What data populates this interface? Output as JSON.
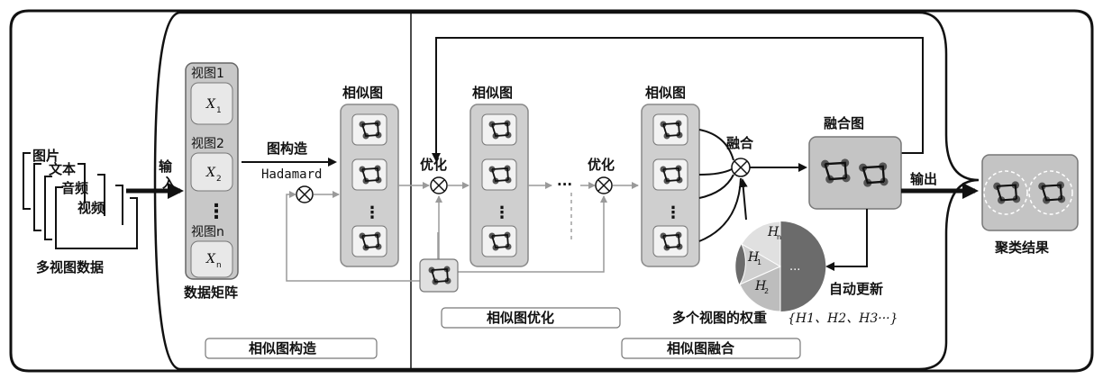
{
  "inputs": {
    "items": [
      "图片",
      "文本",
      "音频",
      "视频"
    ],
    "caption": "多视图数据",
    "input_label_1": "输",
    "input_label_2": "入"
  },
  "matrix": {
    "view1": "视图1",
    "view2": "视图2",
    "viewn": "视图n",
    "x1": "X",
    "x1_sub": "1",
    "x2": "X",
    "x2_sub": "2",
    "xn": "X",
    "xn_sub": "n",
    "dots": "⋮",
    "caption": "数据矩阵"
  },
  "construct": {
    "label": "图构造",
    "hadamard": "Hadamard",
    "sim_label": "相似图",
    "section_label": "相似图构造"
  },
  "optimize": {
    "label1": "优化",
    "label2": "优化",
    "sim_label": "相似图",
    "dots_h": "···",
    "section_label": "相似图优化"
  },
  "fusion": {
    "sim_label": "相似图",
    "fuse_label": "融合",
    "graph_label": "融合图",
    "output_label": "输出",
    "update_label": "自动更新",
    "weights_label": "多个视图的权重",
    "weights_set": "{H1、H2、H3···}",
    "pie_h1": "H",
    "pie_h1_sub": "1",
    "pie_h2": "H",
    "pie_h2_sub": "2",
    "pie_hn": "H",
    "pie_hn_sub": "n",
    "pie_dots": "···",
    "section_label": "相似图融合"
  },
  "result": {
    "label": "聚类结果"
  },
  "colors": {
    "panel_gray": "#d4d4d4",
    "panel_dark": "#b8b8b8",
    "pie_dark": "#666666",
    "pie_light": "#cfcfcf",
    "line_gray": "#9a9a9a"
  }
}
